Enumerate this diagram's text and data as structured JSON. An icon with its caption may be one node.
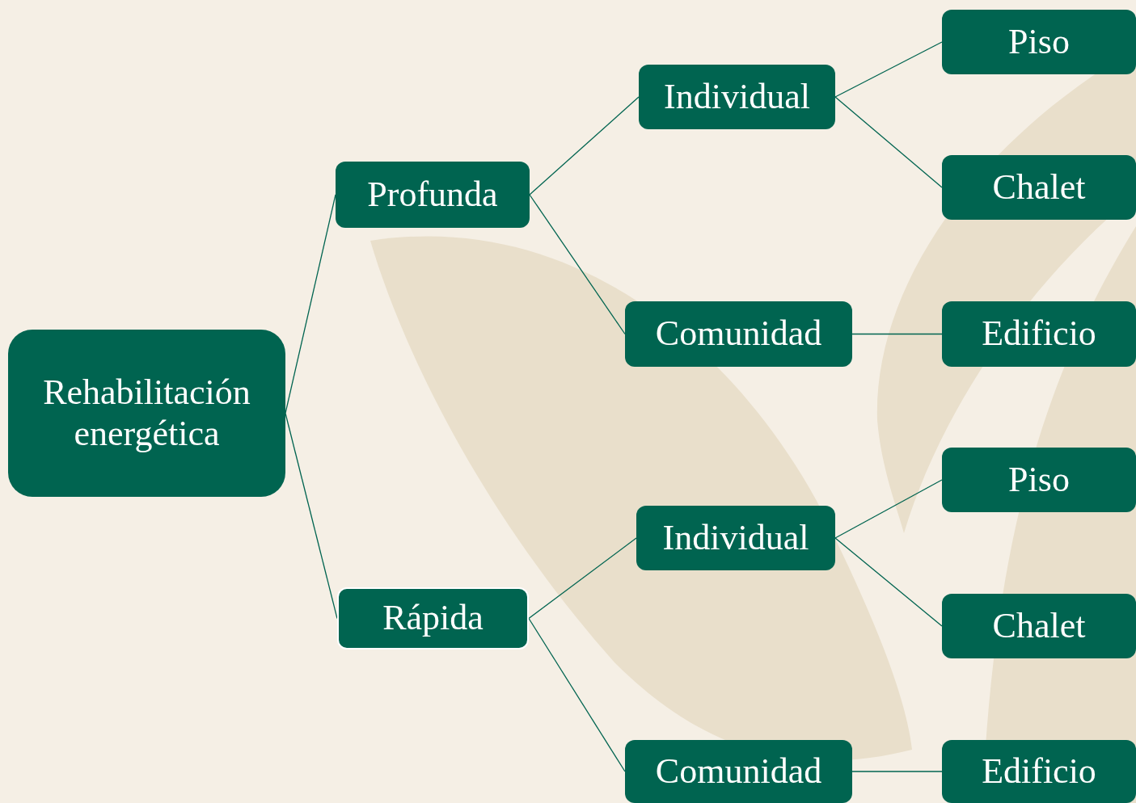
{
  "diagram": {
    "nodes": [
      {
        "text": [
          "Rehabilitación energética"
        ]
      },
      {
        "text": [
          "Profunda"
        ]
      },
      {
        "text": [
          "Individual"
        ]
      },
      {
        "text": [
          "Piso"
        ]
      },
      {
        "text": [
          "Chalet"
        ]
      },
      {
        "text": [
          "Comunidad"
        ]
      },
      {
        "text": [
          "Edificio"
        ]
      },
      {
        "text": [
          "Rápida"
        ]
      },
      {
        "text": [
          "Individual"
        ]
      },
      {
        "text": [
          "Piso"
        ]
      },
      {
        "text": [
          "Chalet"
        ]
      },
      {
        "text": [
          "Comunidad"
        ]
      },
      {
        "text": [
          "Edificio"
        ]
      }
    ],
    "edges": [
      {
        "from": 0,
        "to": 1,
        "arrow": "none"
      },
      {
        "from": 0,
        "to": 7,
        "arrow": "none"
      },
      {
        "from": 1,
        "to": 2,
        "arrow": "none"
      },
      {
        "from": 1,
        "to": 5,
        "arrow": "none"
      },
      {
        "from": 2,
        "to": 3,
        "arrow": "none"
      },
      {
        "from": 2,
        "to": 4,
        "arrow": "none"
      },
      {
        "from": 5,
        "to": 6,
        "arrow": "none"
      },
      {
        "from": 7,
        "to": 8,
        "arrow": "none"
      },
      {
        "from": 7,
        "to": 11,
        "arrow": "none"
      },
      {
        "from": 8,
        "to": 9,
        "arrow": "none"
      },
      {
        "from": 8,
        "to": 10,
        "arrow": "none"
      },
      {
        "from": 11,
        "to": 12,
        "arrow": "none"
      }
    ]
  }
}
